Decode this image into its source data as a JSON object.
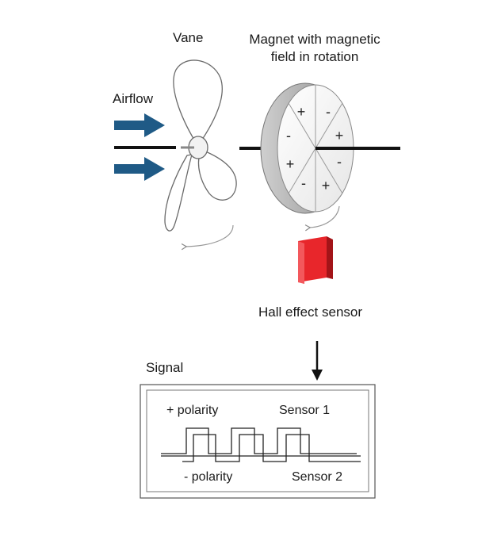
{
  "labels": {
    "vane": "Vane",
    "magnet_line1": "Magnet with magnetic",
    "magnet_line2": "field in rotation",
    "airflow": "Airflow",
    "hall_sensor": "Hall effect sensor",
    "signal": "Signal",
    "plus_polarity": "+ polarity",
    "minus_polarity": "- polarity",
    "sensor1": "Sensor 1",
    "sensor2": "Sensor 2"
  },
  "magnet_signs": [
    "+",
    "-",
    "+",
    "-",
    "+",
    "-",
    "+",
    "-"
  ],
  "colors": {
    "arrow": "#1f5a86",
    "sensor": "#e8262b",
    "line": "#111111"
  }
}
